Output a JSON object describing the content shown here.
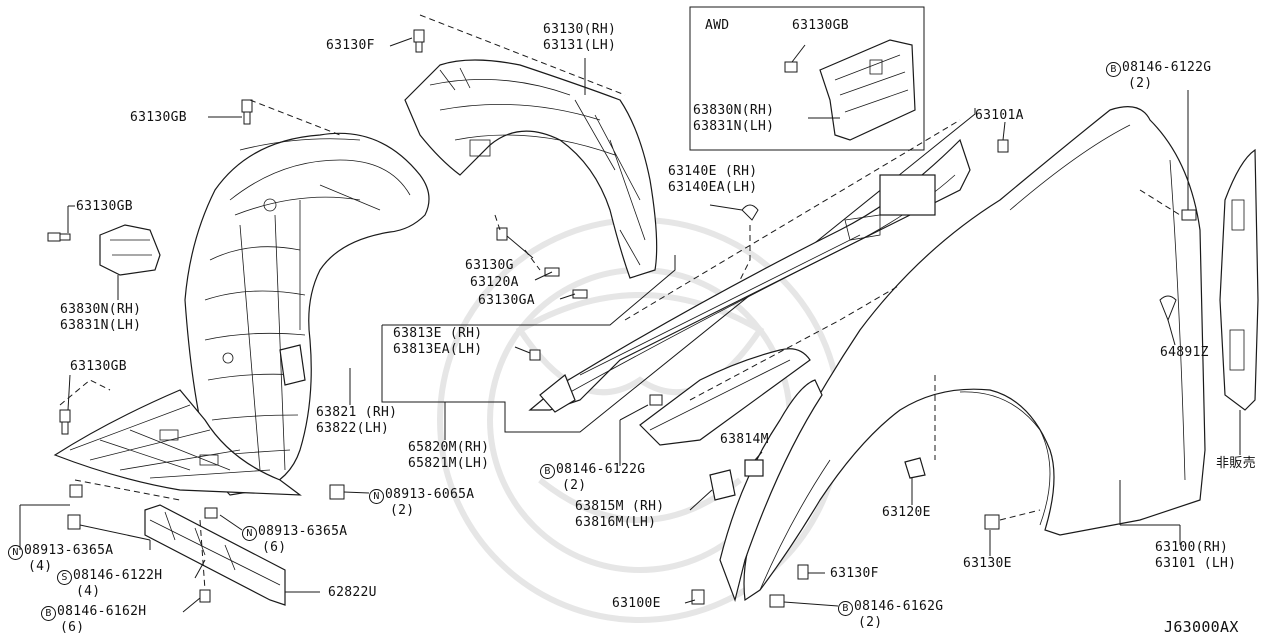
{
  "diagram_code": "J63000AX",
  "awd_box": {
    "title": "AWD",
    "part": "63130GB",
    "lines": [
      "63830N(RH)",
      "63831N(LH)"
    ]
  },
  "labels": {
    "p63130F_top": "63130F",
    "p63130_rh": "63130(RH)",
    "p63131_lh": "63131(LH)",
    "p63130GB_a": "63130GB",
    "p63130GB_b": "63130GB",
    "p63830N": "63830N(RH)",
    "p63831N": "63831N(LH)",
    "p63130GB_c": "63130GB",
    "p63130G": "63130G",
    "p63120A": "63120A",
    "p63130GA": "63130GA",
    "p63140E": "63140E (RH)",
    "p63140EA": "63140EA(LH)",
    "p63101A": "63101A",
    "p08146_6122G_top": "08146-6122G",
    "p08146_6122G_top_qty": "(2)",
    "p63813E": "63813E (RH)",
    "p63813EA": "63813EA(LH)",
    "p63821": "63821 (RH)",
    "p63822": "63822(LH)",
    "p65820M": "65820M(RH)",
    "p65821M": "65821M(LH)",
    "p64891Z": "64891Z",
    "p63814M": "63814M",
    "p08146_6122G_mid": "08146-6122G",
    "p08146_6122G_mid_qty": "(2)",
    "p63815M": "63815M (RH)",
    "p63816M": "63816M(LH)",
    "p63120E": "63120E",
    "p63130E": "63130E",
    "p63100": "63100(RH)",
    "p63101": "63101 (LH)",
    "not_for_sale": "非販売",
    "p08913_6065A": "08913-6065A",
    "p08913_6065A_qty": "(2)",
    "p08913_6365A_right": "08913-6365A",
    "p08913_6365A_right_qty": "(6)",
    "p08913_6365A_left": "08913-6365A",
    "p08913_6365A_left_qty": "(4)",
    "p08146_6122H": "08146-6122H",
    "p08146_6122H_qty": "(4)",
    "p08146_6162H_left": "08146-6162H",
    "p08146_6162H_left_qty": "(6)",
    "p62822U": "62822U",
    "p63130F_bottom": "63130F",
    "p63100E": "63100E",
    "p08146_6162G": "08146-6162G",
    "p08146_6162G_qty": "(2)"
  },
  "prefix_letters": {
    "B": "B",
    "N": "N",
    "S": "S"
  }
}
